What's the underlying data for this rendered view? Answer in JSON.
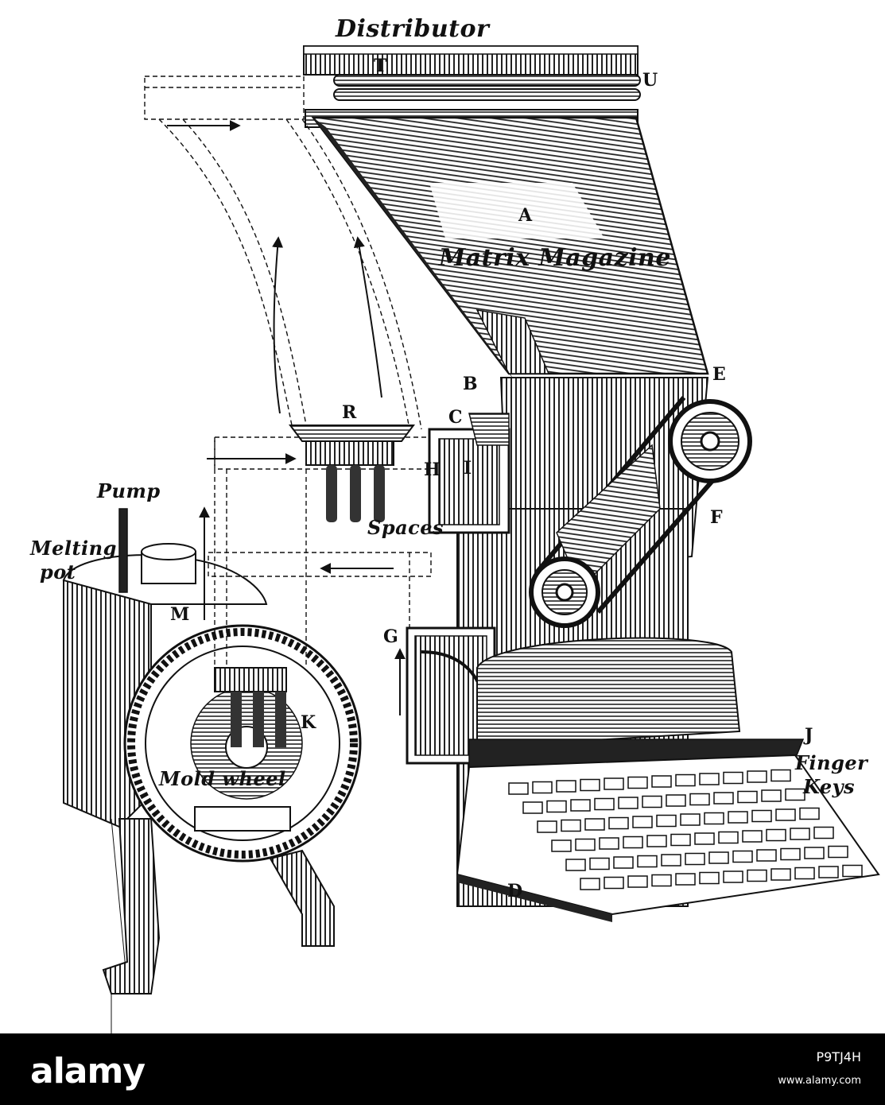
{
  "labels": {
    "distributor": "Distributor",
    "T": "T",
    "U": "U",
    "A": "A",
    "matrix_magazine": "Matrix Magazine",
    "B": "B",
    "C": "C",
    "E": "E",
    "R": "R",
    "H": "H",
    "I": "I",
    "F": "F",
    "spaces": "Spaces",
    "pump": "Pump",
    "melting_pot_1": "Melting",
    "melting_pot_2": "pot",
    "M": "M",
    "G": "G",
    "K": "K",
    "J": "J",
    "mold_wheel": "Mold wheel",
    "finger_1": "Finger",
    "finger_2": "Keys",
    "D": "D"
  },
  "footer": {
    "brand": "alamy",
    "image_id": "P9TJ4H",
    "site": "www.alamy.com"
  },
  "colors": {
    "ink": "#111111",
    "paper": "#ffffff",
    "footer_bg": "#000000"
  }
}
